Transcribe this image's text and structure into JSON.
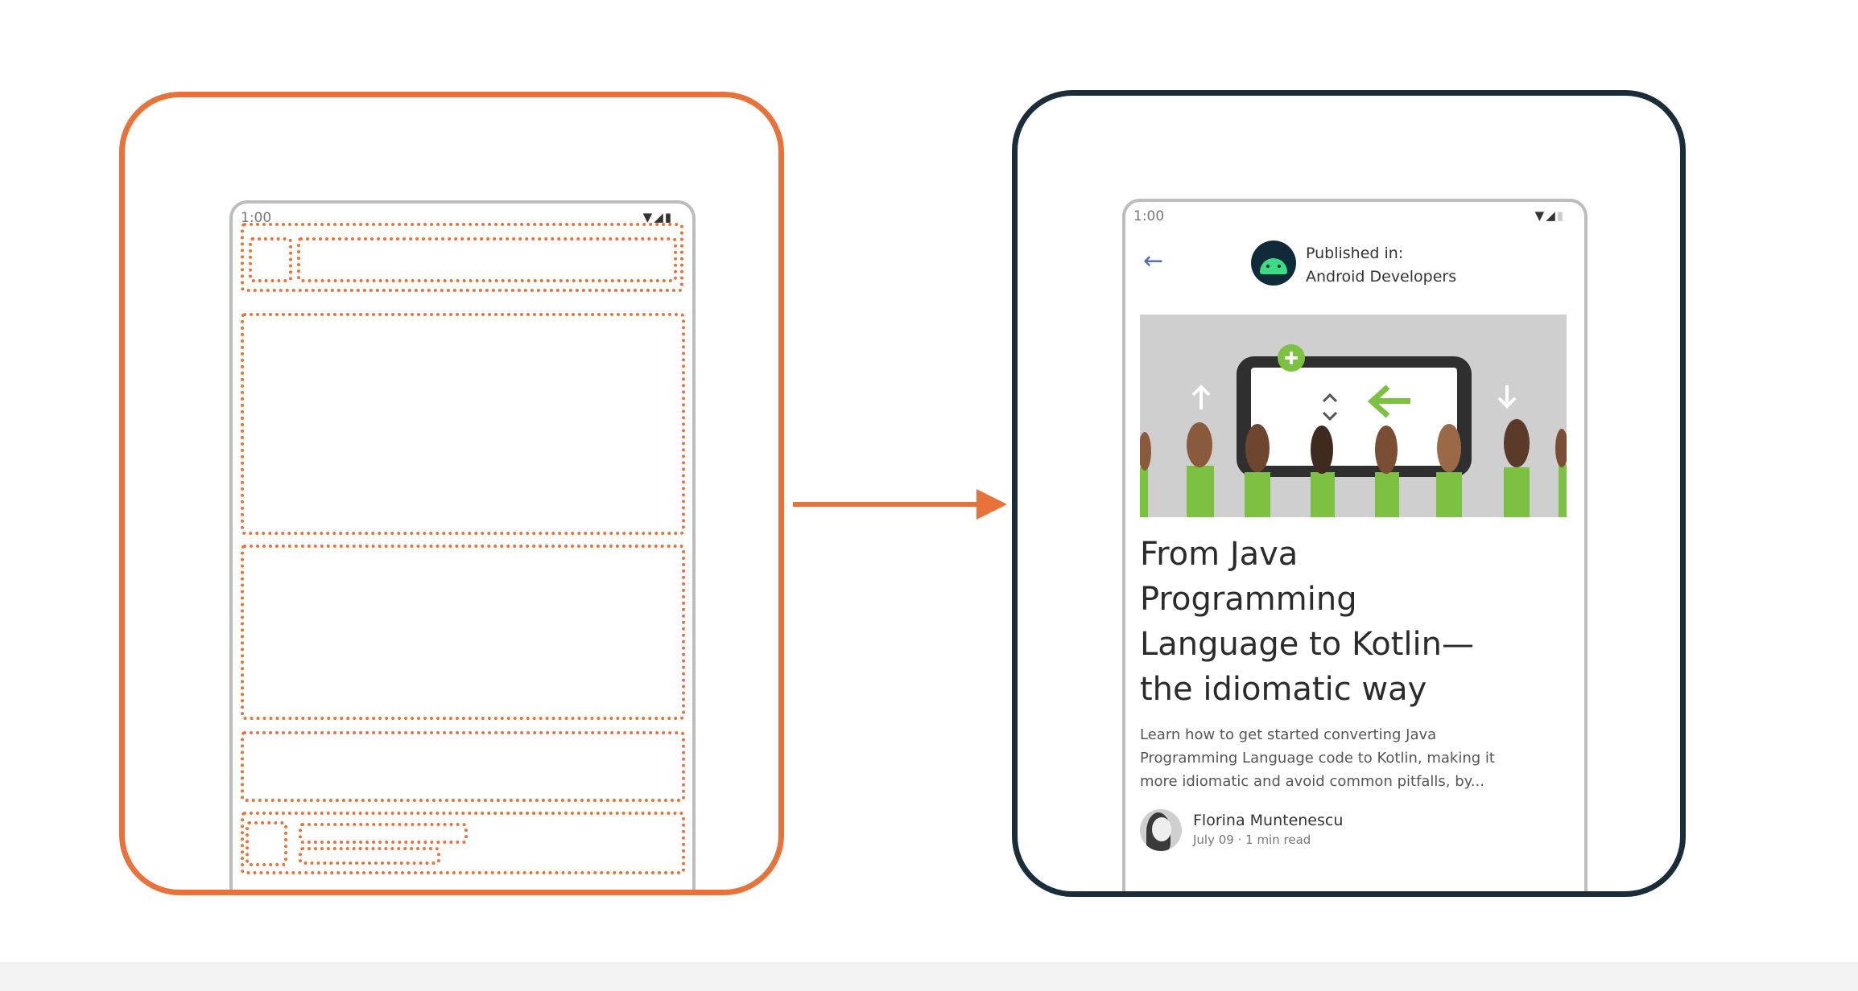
{
  "left_phone": {
    "status_time": "1:00"
  },
  "right_phone": {
    "status_time": "1:00",
    "back_icon": "arrow-left-icon",
    "publication_line1": "Published in:",
    "publication_line2": "Android Developers",
    "title_lines": [
      "From Java",
      "Programming",
      "Language to Kotlin—",
      "the idiomatic way"
    ],
    "excerpt_lines": [
      "Learn how to get started converting Java",
      "Programming Language code to Kotlin, making it",
      "more idiomatic and avoid common pitfalls, by..."
    ],
    "author_name": "Florina Muntenescu",
    "author_meta": "July 09 · 1 min read"
  },
  "colors": {
    "wireframe_accent": "#e8733a",
    "final_card_border": "#1b2d3a",
    "android_green": "#3ddc84"
  }
}
